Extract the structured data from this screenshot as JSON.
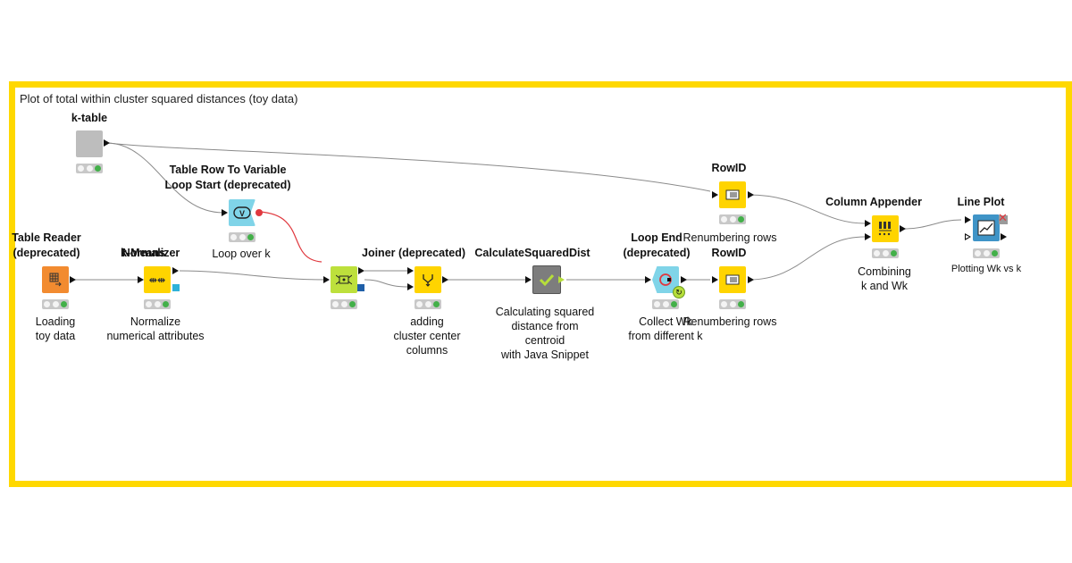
{
  "annotation": {
    "title": "Plot of total within cluster squared distances (toy data)",
    "border_color": "#ffd800"
  },
  "colors": {
    "source": "#f28b30",
    "manipulator": "#ffd400",
    "learner": "#bde03c",
    "loop": "#80d4e8",
    "visualizer": "#3f94c7",
    "table": "#bdbdbd",
    "other": "#7d7d7d",
    "status_ok": "#43b049",
    "flow_variable": "#e0383e"
  },
  "nodes": [
    {
      "id": "k-table",
      "title": "k-table",
      "desc": "",
      "icon": "table-icon",
      "color": "#bdbdbd"
    },
    {
      "id": "table-row-to-variable-loop-start",
      "title": "Table Row To Variable\nLoop Start (deprecated)",
      "desc": "Loop over k",
      "icon": "variable-loop-icon",
      "color": "#80d4e8"
    },
    {
      "id": "table-reader",
      "title": "Table Reader\n(deprecated)",
      "desc": "Loading\ntoy data",
      "icon": "table-reader-icon",
      "color": "#f28b30"
    },
    {
      "id": "normalizer",
      "title": "Normalizer",
      "desc": "Normalize\nnumerical attributes",
      "icon": "normalizer-icon",
      "color": "#ffd400"
    },
    {
      "id": "k-means",
      "title": "k-Means",
      "desc": "",
      "icon": "k-means-icon",
      "color": "#bde03c"
    },
    {
      "id": "joiner",
      "title": "Joiner (deprecated)",
      "desc": "adding\ncluster center\ncolumns",
      "icon": "joiner-icon",
      "color": "#ffd400"
    },
    {
      "id": "calculate-squared-dist",
      "title": "CalculateSquaredDist",
      "desc": "Calculating squared\ndistance from\ncentroid\nwith Java Snippet",
      "icon": "metanode-check-icon",
      "color": "#7d7d7d"
    },
    {
      "id": "loop-end",
      "title": "Loop End\n(deprecated)",
      "desc": "Collect Wk\nfrom different k",
      "icon": "loop-end-icon",
      "color": "#80d4e8"
    },
    {
      "id": "rowid-top",
      "title": "RowID",
      "desc": "Renumbering rows",
      "icon": "rowid-icon",
      "color": "#ffd400"
    },
    {
      "id": "rowid-bottom",
      "title": "RowID",
      "desc": "Renumbering rows",
      "icon": "rowid-icon",
      "color": "#ffd400"
    },
    {
      "id": "column-appender",
      "title": "Column Appender",
      "desc": "Combining\nk and Wk",
      "icon": "column-appender-icon",
      "color": "#ffd400"
    },
    {
      "id": "line-plot",
      "title": "Line Plot",
      "desc": "Plotting Wk vs k",
      "icon": "line-plot-icon",
      "color": "#3f94c7"
    }
  ]
}
